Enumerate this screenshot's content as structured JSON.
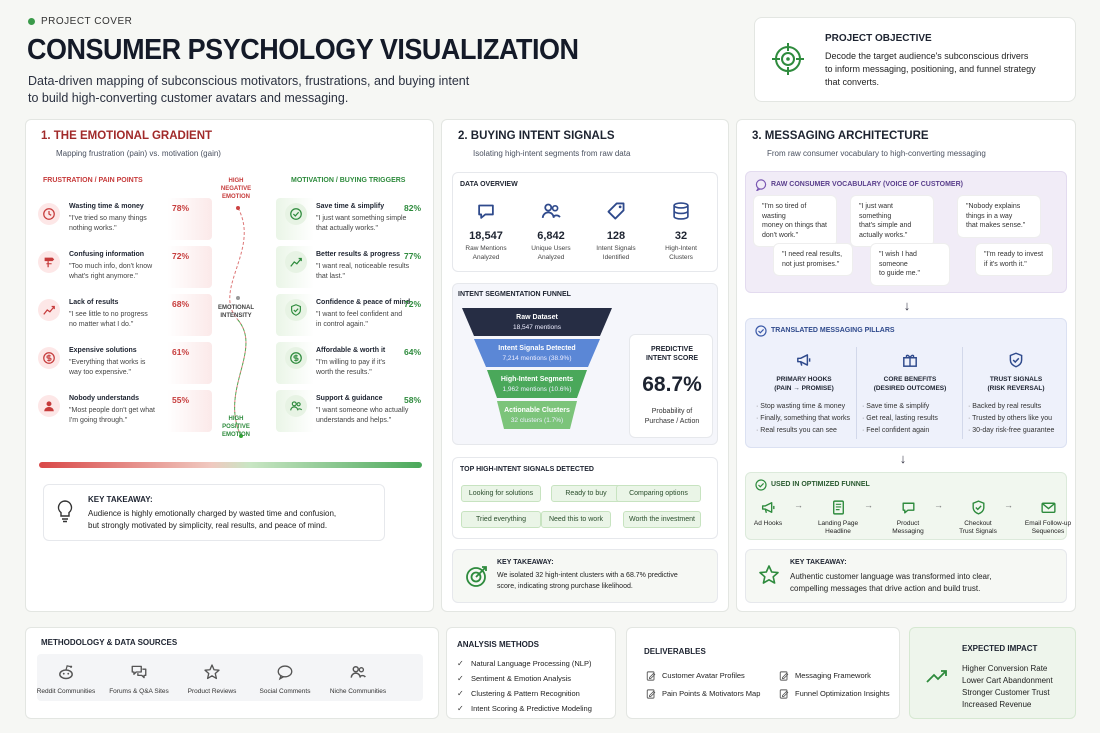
{
  "header": {
    "tag": "PROJECT COVER",
    "title": "CONSUMER PSYCHOLOGY VISUALIZATION",
    "subtitle_1": "Data-driven mapping of subconscious motivators, frustrations, and buying intent",
    "subtitle_2": "to build high-converting customer avatars and messaging.",
    "objective_title": "PROJECT OBJECTIVE",
    "objective_lines": [
      "Decode the target audience's subconscious drivers",
      "to inform messaging, positioning, and funnel strategy",
      "that converts."
    ]
  },
  "gradient": {
    "title": "1. THE EMOTIONAL GRADIENT",
    "subtitle": "Mapping frustration (pain) vs. motivation (gain)",
    "pain_header": "FRUSTRATION / PAIN POINTS",
    "gain_header": "MOTIVATION / BUYING TRIGGERS",
    "axis_top": [
      "HIGH",
      "NEGATIVE",
      "EMOTION"
    ],
    "axis_mid": [
      "EMOTIONAL",
      "INTENSITY"
    ],
    "axis_bottom": [
      "HIGH",
      "POSITIVE",
      "EMOTION"
    ],
    "pains": [
      {
        "title": "Wasting time & money",
        "quote": [
          "\"I've tried so many things",
          "nothing works.\""
        ],
        "pct": "78%",
        "icon": "clock-icon"
      },
      {
        "title": "Confusing information",
        "quote": [
          "\"Too much info, don't know",
          "what's right anymore.\""
        ],
        "pct": "72%",
        "icon": "signpost-icon"
      },
      {
        "title": "Lack of results",
        "quote": [
          "\"I see little to no progress",
          "no matter what I do.\""
        ],
        "pct": "68%",
        "icon": "trend-down-icon"
      },
      {
        "title": "Expensive solutions",
        "quote": [
          "\"Everything that works is",
          "way too expensive.\""
        ],
        "pct": "61%",
        "icon": "dollar-icon"
      },
      {
        "title": "Nobody understands",
        "quote": [
          "\"Most people don't get what",
          "I'm going through.\""
        ],
        "pct": "55%",
        "icon": "person-icon"
      }
    ],
    "gains": [
      {
        "title": "Save time & simplify",
        "quote": [
          "\"I just want something simple",
          "that actually works.\""
        ],
        "pct": "82%",
        "icon": "check-circle-icon"
      },
      {
        "title": "Better results & progress",
        "quote": [
          "\"I want real, noticeable results",
          "that last.\""
        ],
        "pct": "77%",
        "icon": "trend-up-icon"
      },
      {
        "title": "Confidence & peace of mind",
        "quote": [
          "\"I want to feel confident and",
          "in control again.\""
        ],
        "pct": "72%",
        "icon": "shield-check-icon"
      },
      {
        "title": "Affordable & worth it",
        "quote": [
          "\"I'm willing to pay if it's",
          "worth the results.\""
        ],
        "pct": "64%",
        "icon": "dollar-icon"
      },
      {
        "title": "Support & guidance",
        "quote": [
          "\"I want someone who actually",
          "understands and helps.\""
        ],
        "pct": "58%",
        "icon": "people-icon"
      }
    ],
    "takeaway_title": "KEY TAKEAWAY:",
    "takeaway_lines": [
      "Audience is highly emotionally charged by wasted time and confusion,",
      "but strongly motivated by simplicity, real results, and peace of mind."
    ]
  },
  "intent": {
    "title": "2. BUYING INTENT SIGNALS",
    "subtitle": "Isolating high-intent segments from raw data",
    "overview_title": "DATA OVERVIEW",
    "stats": [
      {
        "value": "18,547",
        "label": [
          "Raw Mentions",
          "Analyzed"
        ],
        "icon": "chat-icon"
      },
      {
        "value": "6,842",
        "label": [
          "Unique Users",
          "Analyzed"
        ],
        "icon": "users-icon"
      },
      {
        "value": "128",
        "label": [
          "Intent Signals",
          "Identified"
        ],
        "icon": "tag-icon"
      },
      {
        "value": "32",
        "label": [
          "High-Intent",
          "Clusters"
        ],
        "icon": "database-icon"
      }
    ],
    "funnel_title": "INTENT SEGMENTATION FUNNEL",
    "funnel": [
      {
        "label": "Raw Dataset",
        "detail": "18,547 mentions",
        "color": "#262d44"
      },
      {
        "label": "Intent Signals Detected",
        "detail": "7,214 mentions (38.9%)",
        "color": "#5b87d6"
      },
      {
        "label": "High-Intent Segments",
        "detail": "1,962 mentions (10.6%)",
        "color": "#4aa85a"
      },
      {
        "label": "Actionable Clusters",
        "detail": "32 clusters (1.7%)",
        "color": "#7cc47a"
      }
    ],
    "score_title": [
      "PREDICTIVE",
      "INTENT SCORE"
    ],
    "score_value": "68.7%",
    "score_label": [
      "Probability of",
      "Purchase / Action"
    ],
    "signals_title": "TOP HIGH-INTENT SIGNALS DETECTED",
    "signals": [
      "Looking for solutions",
      "Ready to buy",
      "Comparing options",
      "Tried everything",
      "Need this to work",
      "Worth the investment"
    ],
    "takeaway_title": "KEY TAKEAWAY:",
    "takeaway_lines": [
      "We isolated 32 high-intent clusters with a 68.7% predictive",
      "score, indicating strong purchase likelihood."
    ]
  },
  "messaging": {
    "title": "3. MESSAGING ARCHITECTURE",
    "subtitle": "From raw consumer vocabulary to high-converting messaging",
    "voc_title": "RAW CONSUMER VOCABULARY (VOICE OF CUSTOMER)",
    "quotes": [
      [
        "\"I'm so tired of wasting",
        "money on things that",
        "don't work.\""
      ],
      [
        "\"I just want something",
        "that's simple and",
        "actually works.\""
      ],
      [
        "\"Nobody explains",
        "things in a way",
        "that makes sense.\""
      ],
      [
        "\"I need real results,",
        "not just promises.\""
      ],
      [
        "\"I wish I had someone",
        "to guide me.\""
      ],
      [
        "\"I'm ready to invest",
        "if it's worth it.\""
      ]
    ],
    "pillars_title": "TRANSLATED MESSAGING PILLARS",
    "pillars": [
      {
        "title": "PRIMARY HOOKS",
        "sub": "(PAIN → PROMISE)",
        "icon": "megaphone-icon",
        "items": [
          "Stop wasting time & money",
          "Finally, something that works",
          "Real results you can see"
        ]
      },
      {
        "title": "CORE BENEFITS",
        "sub": "(DESIRED OUTCOMES)",
        "icon": "gift-icon",
        "items": [
          "Save time & simplify",
          "Get real, lasting results",
          "Feel confident again"
        ]
      },
      {
        "title": "TRUST SIGNALS",
        "sub": "(RISK REVERSAL)",
        "icon": "shield-icon",
        "items": [
          "Backed by real results",
          "Trusted by others like you",
          "30-day risk-free guarantee"
        ]
      }
    ],
    "funnel_title": "USED IN OPTIMIZED FUNNEL",
    "steps": [
      {
        "label": [
          "Ad Hooks"
        ],
        "icon": "megaphone-icon"
      },
      {
        "label": [
          "Landing Page",
          "Headline"
        ],
        "icon": "document-icon"
      },
      {
        "label": [
          "Product",
          "Messaging"
        ],
        "icon": "chat-icon"
      },
      {
        "label": [
          "Checkout",
          "Trust Signals"
        ],
        "icon": "shield-check-icon"
      },
      {
        "label": [
          "Email Follow-up",
          "Sequences"
        ],
        "icon": "mail-icon"
      }
    ],
    "takeaway_title": "KEY TAKEAWAY:",
    "takeaway_lines": [
      "Authentic customer language was transformed into clear,",
      "compelling messages that drive action and build trust."
    ]
  },
  "footer": {
    "methodology_title": "METHODOLOGY & DATA SOURCES",
    "sources": [
      {
        "label": "Reddit Communities",
        "icon": "reddit-icon"
      },
      {
        "label": "Forums & Q&A Sites",
        "icon": "forum-icon"
      },
      {
        "label": "Product Reviews",
        "icon": "star-icon"
      },
      {
        "label": "Social Comments",
        "icon": "comment-icon"
      },
      {
        "label": "Niche Communities",
        "icon": "users-icon"
      }
    ],
    "methods_title": "ANALYSIS METHODS",
    "methods": [
      "Natural Language Processing (NLP)",
      "Sentiment & Emotion Analysis",
      "Clustering & Pattern Recognition",
      "Intent Scoring & Predictive Modeling"
    ],
    "deliverables_title": "DELIVERABLES",
    "deliverables": [
      "Customer Avatar Profiles",
      "Messaging Framework",
      "Pain Points & Motivators Map",
      "Funnel Optimization Insights"
    ],
    "impact_title": "EXPECTED IMPACT",
    "impacts": [
      "Higher Conversion Rate",
      "Lower Cart Abandonment",
      "Stronger Customer Trust",
      "Increased Revenue"
    ]
  },
  "colors": {
    "accent_green": "#2e8b3d",
    "pain_red": "#c63b3b",
    "navy": "#262d44",
    "blue": "#5b87d6"
  }
}
